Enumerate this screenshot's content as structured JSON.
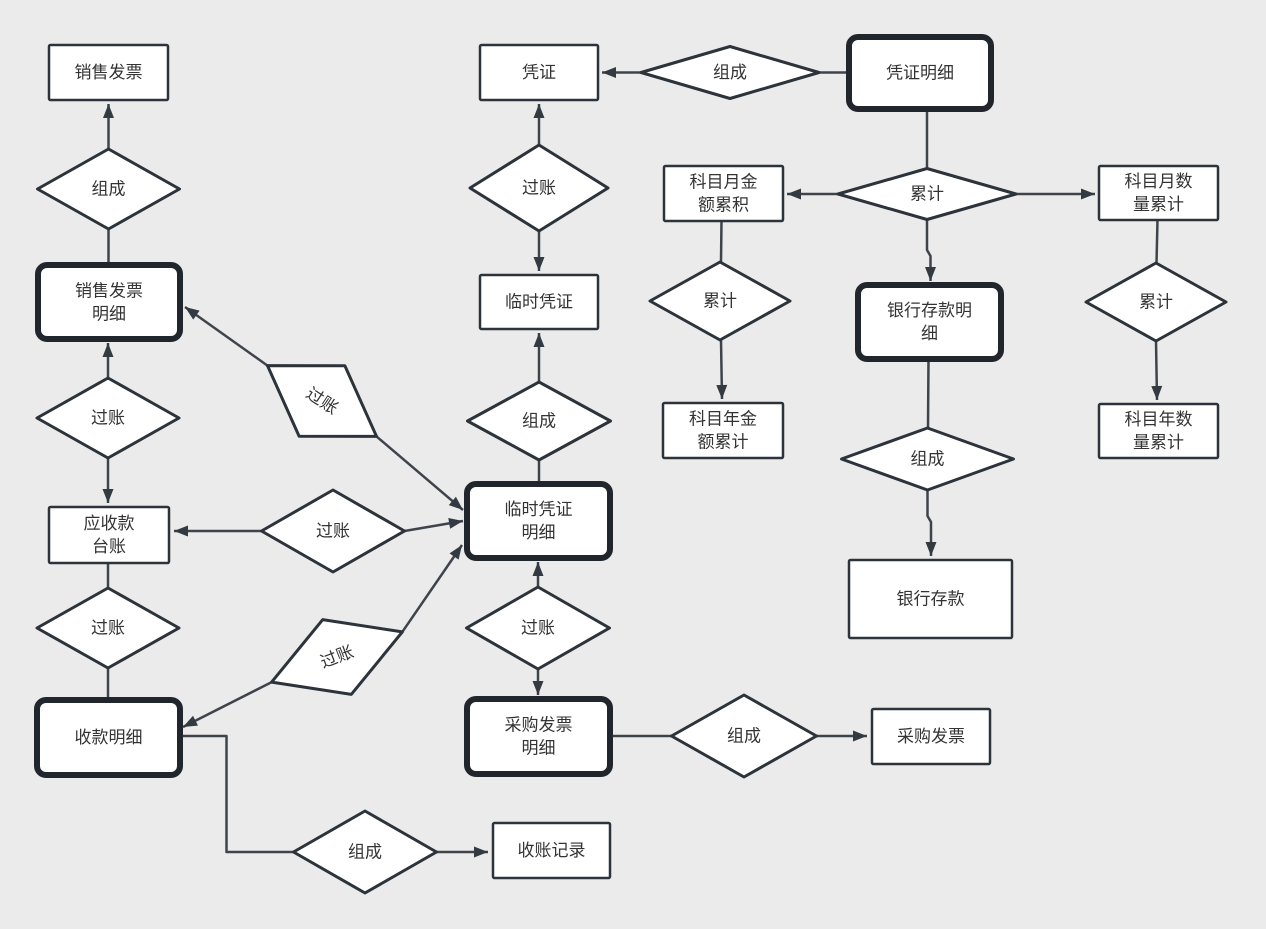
{
  "palette": {
    "background": "#ebebeb",
    "shape_fill": "#ffffff",
    "shape_border": "#2d333b",
    "strong_border": "#21262d",
    "connector": "#3f444b",
    "text": "#333333"
  },
  "nodes": [
    {
      "id": "sales-invoice",
      "style": "entity",
      "lines": [
        "销售发票"
      ]
    },
    {
      "id": "sales-invoice-detail",
      "style": "entity-strong",
      "lines": [
        "销售发票",
        "明细"
      ]
    },
    {
      "id": "receivable-ledger",
      "style": "entity",
      "lines": [
        "应收款",
        "台账"
      ]
    },
    {
      "id": "receipt-detail",
      "style": "entity-strong",
      "lines": [
        "收款明细"
      ]
    },
    {
      "id": "voucher",
      "style": "entity",
      "lines": [
        "凭证"
      ]
    },
    {
      "id": "temp-voucher",
      "style": "entity",
      "lines": [
        "临时凭证"
      ]
    },
    {
      "id": "temp-voucher-detail",
      "style": "entity-strong",
      "lines": [
        "临时凭证",
        "明细"
      ]
    },
    {
      "id": "purchase-invoice-detail",
      "style": "entity-strong",
      "lines": [
        "采购发票",
        "明细"
      ]
    },
    {
      "id": "purchase-invoice",
      "style": "entity",
      "lines": [
        "采购发票"
      ]
    },
    {
      "id": "receipt-record",
      "style": "entity",
      "lines": [
        "收账记录"
      ]
    },
    {
      "id": "subject-month-amount",
      "style": "entity",
      "lines": [
        "科目月金",
        "额累积"
      ]
    },
    {
      "id": "subject-year-amount",
      "style": "entity",
      "lines": [
        "科目年金",
        "额累计"
      ]
    },
    {
      "id": "subject-month-qty",
      "style": "entity",
      "lines": [
        "科目月数",
        "量累计"
      ]
    },
    {
      "id": "subject-year-qty",
      "style": "entity",
      "lines": [
        "科目年数",
        "量累计"
      ]
    },
    {
      "id": "voucher-detail",
      "style": "entity-strong",
      "lines": [
        "凭证明细"
      ]
    },
    {
      "id": "bank-deposit-detail",
      "style": "entity-strong",
      "lines": [
        "银行存款明",
        "细"
      ]
    },
    {
      "id": "bank-deposit",
      "style": "entity",
      "lines": [
        "银行存款"
      ]
    }
  ],
  "relations": [
    {
      "id": "compose-sales-invoice",
      "label": "组成"
    },
    {
      "id": "post-sales-invoice-detail",
      "label": "过账"
    },
    {
      "id": "post-receivable-ledger",
      "label": "过账"
    },
    {
      "id": "post-temp-to-sales-detail",
      "label": "过账"
    },
    {
      "id": "post-temp-to-receivable",
      "label": "过账"
    },
    {
      "id": "post-temp-to-receipt",
      "label": "过账"
    },
    {
      "id": "post-voucher",
      "label": "过账"
    },
    {
      "id": "compose-temp-voucher",
      "label": "组成"
    },
    {
      "id": "post-purchase-detail",
      "label": "过账"
    },
    {
      "id": "compose-voucher",
      "label": "组成"
    },
    {
      "id": "accumulate-voucher-detail",
      "label": "累计"
    },
    {
      "id": "accumulate-month-amount",
      "label": "累计"
    },
    {
      "id": "accumulate-month-qty",
      "label": "累计"
    },
    {
      "id": "compose-bank-deposit",
      "label": "组成"
    },
    {
      "id": "compose-purchase-invoice",
      "label": "组成"
    },
    {
      "id": "compose-receipt-record",
      "label": "组成"
    }
  ]
}
